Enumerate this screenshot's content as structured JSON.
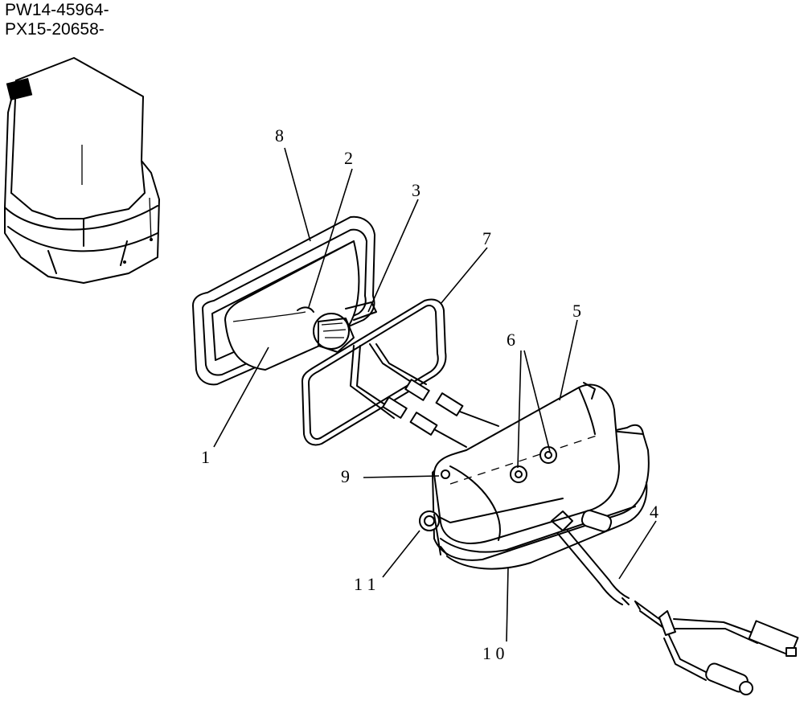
{
  "header": {
    "serial_line_1": "PW14-45964-",
    "serial_line_2": "PX15-20658-"
  },
  "callouts": [
    {
      "id": "1",
      "label": "1"
    },
    {
      "id": "2",
      "label": "2"
    },
    {
      "id": "3",
      "label": "3"
    },
    {
      "id": "4",
      "label": "4"
    },
    {
      "id": "5",
      "label": "5"
    },
    {
      "id": "6",
      "label": "6"
    },
    {
      "id": "7",
      "label": "7"
    },
    {
      "id": "8",
      "label": "8"
    },
    {
      "id": "9",
      "label": "9"
    },
    {
      "id": "10",
      "label": "1 0"
    },
    {
      "id": "11",
      "label": "1 1"
    }
  ]
}
